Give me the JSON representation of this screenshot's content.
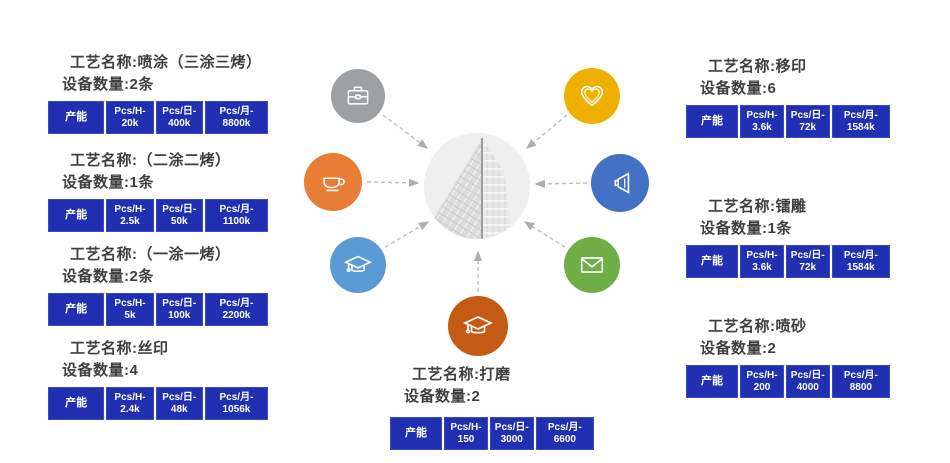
{
  "colors": {
    "table_blue": "#2130b2",
    "title_text": "#3f3f3f",
    "arrow_gray": "#bdbdbd",
    "circle_briefcase": "#9da1a4",
    "circle_heart": "#f0b000",
    "circle_coffee": "#e87d35",
    "circle_speaker": "#4372c4",
    "circle_graduation_blue": "#5b9bd5",
    "circle_envelope": "#6fad47",
    "circle_graduation_orange": "#c45a13"
  },
  "hub": {
    "center_image": "building-lattice-photo",
    "icons": [
      {
        "name": "briefcase-icon",
        "color": "#9da1a4"
      },
      {
        "name": "heart-icon",
        "color": "#f0b000"
      },
      {
        "name": "coffee-cup-icon",
        "color": "#e87d35"
      },
      {
        "name": "speaker-icon",
        "color": "#4372c4"
      },
      {
        "name": "graduation-cap-icon",
        "color": "#5b9bd5"
      },
      {
        "name": "envelope-icon",
        "color": "#6fad47"
      },
      {
        "name": "graduation-cap-icon",
        "color": "#c45a13"
      }
    ]
  },
  "processes": {
    "left": [
      {
        "title": "工艺名称:喷涂（三涂三烤）",
        "qty": "设备数量:2条",
        "cap": "产能",
        "cols": [
          {
            "unit": "Pcs/H-",
            "value": "20k"
          },
          {
            "unit": "Pcs/日-",
            "value": "400k"
          },
          {
            "unit": "Pcs/月-",
            "value": "8800k"
          }
        ]
      },
      {
        "title": "工艺名称:（二涂二烤）",
        "qty": "设备数量:1条",
        "cap": "产能",
        "cols": [
          {
            "unit": "Pcs/H-",
            "value": "2.5k"
          },
          {
            "unit": "Pcs/日-",
            "value": "50k"
          },
          {
            "unit": "Pcs/月-",
            "value": "1100k"
          }
        ]
      },
      {
        "title": "工艺名称:（一涂一烤）",
        "qty": "设备数量:2条",
        "cap": "产能",
        "cols": [
          {
            "unit": "Pcs/H-",
            "value": "5k"
          },
          {
            "unit": "Pcs/日-",
            "value": "100k"
          },
          {
            "unit": "Pcs/月-",
            "value": "2200k"
          }
        ]
      },
      {
        "title": "工艺名称:丝印",
        "qty": "设备数量:4",
        "cap": "产能",
        "cols": [
          {
            "unit": "Pcs/H-",
            "value": "2.4k"
          },
          {
            "unit": "Pcs/日-",
            "value": "48k"
          },
          {
            "unit": "Pcs/月-",
            "value": "1056k"
          }
        ]
      }
    ],
    "right": [
      {
        "title": "工艺名称:移印",
        "qty": "设备数量:6",
        "cap": "产能",
        "cols": [
          {
            "unit": "Pcs/H-",
            "value": "3.6k"
          },
          {
            "unit": "Pcs/日-",
            "value": "72k"
          },
          {
            "unit": "Pcs/月-",
            "value": "1584k"
          }
        ]
      },
      {
        "title": "工艺名称:镭雕",
        "qty": "设备数量:1条",
        "cap": "产能",
        "cols": [
          {
            "unit": "Pcs/H-",
            "value": "3.6k"
          },
          {
            "unit": "Pcs/日-",
            "value": "72k"
          },
          {
            "unit": "Pcs/月-",
            "value": "1584k"
          }
        ]
      },
      {
        "title": "工艺名称:喷砂",
        "qty": "设备数量:2",
        "cap": "产能",
        "cols": [
          {
            "unit": "Pcs/H-",
            "value": "200"
          },
          {
            "unit": "Pcs/日-",
            "value": "4000"
          },
          {
            "unit": "Pcs/月-",
            "value": "8800"
          }
        ]
      }
    ],
    "bottom": [
      {
        "title": "工艺名称:打磨",
        "qty": "设备数量:2",
        "cap": "产能",
        "cols": [
          {
            "unit": "Pcs/H-",
            "value": "150"
          },
          {
            "unit": "Pcs/日-",
            "value": "3000"
          },
          {
            "unit": "Pcs/月-",
            "value": "6600"
          }
        ]
      }
    ]
  }
}
